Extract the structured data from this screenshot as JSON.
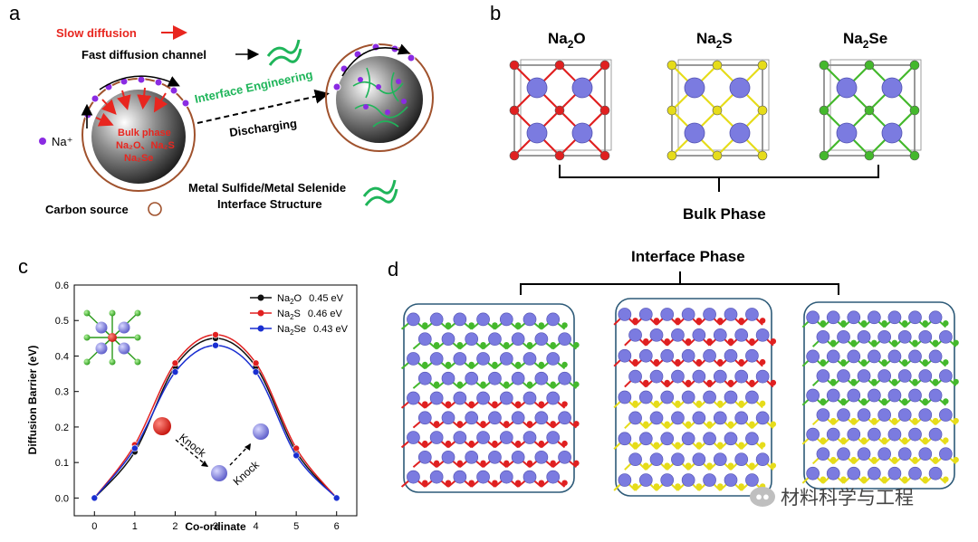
{
  "panel_a": {
    "label": "a",
    "slow_diffusion": "Slow diffusion",
    "fast_channel": "Fast diffusion channel",
    "interface_engineering": "Interface Engineering",
    "discharging": "Discharging",
    "na_ion": "Na⁺",
    "bulk_line1": "Bulk phase",
    "bulk_line2": "Na₂O、Na₂S",
    "bulk_line3": "Na₂Se",
    "carbon_source": "Carbon source",
    "metal_line1": "Metal Sulfide/Metal Selenide",
    "metal_line2": "Interface Structure",
    "colors": {
      "red": "#e8261f",
      "green": "#1fb55a",
      "carbon": "#a0522d",
      "na": "#8a2be2"
    }
  },
  "panel_b": {
    "label": "b",
    "phases": [
      {
        "name": "Na",
        "sub": "2",
        "suffix": "O",
        "color": "#e02020"
      },
      {
        "name": "Na",
        "sub": "2",
        "suffix": "S",
        "color": "#e6dc1a"
      },
      {
        "name": "Na",
        "sub": "2",
        "suffix": "Se",
        "color": "#44b82c"
      }
    ],
    "bulk_phase": "Bulk Phase"
  },
  "panel_c": {
    "label": "c",
    "knock1": "Knock",
    "knock2": "Knock"
  },
  "panel_d": {
    "label": "d",
    "interface_phase": "Interface Phase"
  },
  "watermark": "材料科学与工程",
  "chart_data": {
    "type": "line",
    "xlabel": "Co-ordinate",
    "ylabel": "Diffusion Barrier (eV)",
    "xlim": [
      -0.5,
      6.5
    ],
    "ylim": [
      -0.05,
      0.6
    ],
    "xticks": [
      0,
      1,
      2,
      3,
      4,
      5,
      6
    ],
    "yticks": [
      0.0,
      0.1,
      0.2,
      0.3,
      0.4,
      0.5,
      0.6
    ],
    "x": [
      0,
      1,
      2,
      3,
      4,
      5,
      6
    ],
    "legend_position": "top-right",
    "series": [
      {
        "name": "Na2O",
        "legend_main": "Na",
        "legend_sub": "2",
        "legend_tail": "O",
        "energy": "0.45 eV",
        "color": "#111111",
        "values": [
          0.0,
          0.13,
          0.37,
          0.45,
          0.37,
          0.13,
          0.0
        ]
      },
      {
        "name": "Na2S",
        "legend_main": "Na",
        "legend_sub": "2",
        "legend_tail": "S",
        "energy": "0.46 eV",
        "color": "#e02020",
        "values": [
          0.0,
          0.15,
          0.38,
          0.46,
          0.38,
          0.14,
          0.0
        ]
      },
      {
        "name": "Na2Se",
        "legend_main": "Na",
        "legend_sub": "2",
        "legend_tail": "Se",
        "energy": "0.43 eV",
        "color": "#1a2fd1",
        "values": [
          0.0,
          0.14,
          0.355,
          0.43,
          0.355,
          0.12,
          0.0
        ]
      }
    ]
  }
}
